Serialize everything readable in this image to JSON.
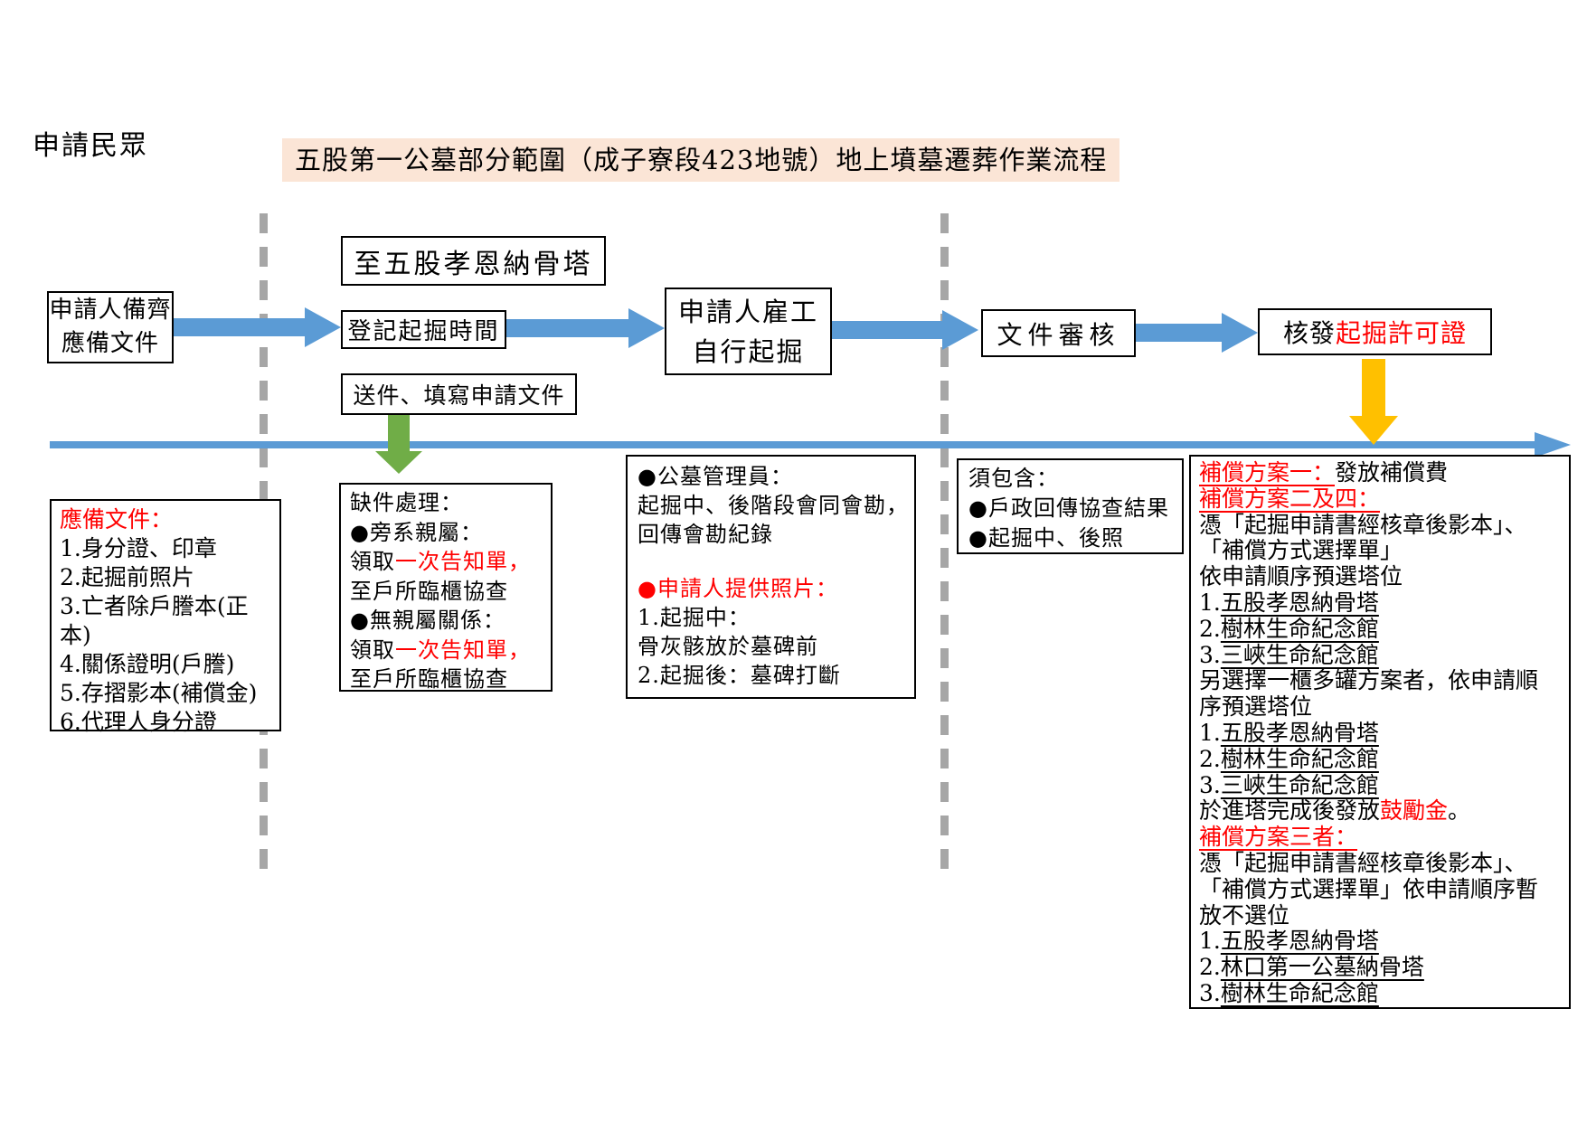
{
  "labels": {
    "actor": "申請民眾",
    "title": "五股第一公墓部分範圍（成子寮段423地號）地上墳墓遷葬作業流程"
  },
  "colors": {
    "title_background": "#fbe5d6",
    "arrow_blue": "#5b9bd5",
    "arrow_green": "#70ad47",
    "arrow_yellow": "#ffc000",
    "divider_gray": "#a6a6a6",
    "highlight_red": "#ff0000"
  },
  "flow": {
    "prepare_box": [
      [
        {
          "t": "申請人備齊"
        }
      ],
      [
        {
          "t": "應備文件"
        }
      ]
    ],
    "tower_box": "至五股孝恩納骨塔",
    "register_box": "登記起掘時間",
    "submit_box": "送件、填寫申請文件",
    "excavate_box": [
      [
        {
          "t": "申請人雇工"
        }
      ],
      [
        {
          "t": "自行起掘"
        }
      ]
    ],
    "review_box": "文件審核",
    "permit_box": [
      {
        "t": "核發"
      },
      {
        "t": "起掘許可證",
        "c": "red"
      }
    ]
  },
  "notes": {
    "required_documents": [
      [
        {
          "t": "應備文件：",
          "c": "red"
        }
      ],
      [
        {
          "t": "1.身分證、印章"
        }
      ],
      [
        {
          "t": "2.起掘前照片"
        }
      ],
      [
        {
          "t": "3.亡者除戶謄本(正"
        }
      ],
      [
        {
          "t": "本)"
        }
      ],
      [
        {
          "t": "4.關係證明(戶謄)"
        }
      ],
      [
        {
          "t": "5.存摺影本(補償金)"
        }
      ],
      [
        {
          "t": "6.代理人身分證"
        }
      ]
    ],
    "missing_documents": [
      [
        {
          "t": "缺件處理："
        }
      ],
      [
        {
          "t": "●旁系親屬："
        }
      ],
      [
        {
          "t": "領取"
        },
        {
          "t": "一次告知單，",
          "c": "red"
        }
      ],
      [
        {
          "t": "至戶所臨櫃協查"
        }
      ],
      [
        {
          "t": "●無親屬關係："
        }
      ],
      [
        {
          "t": "領取"
        },
        {
          "t": "一次告知單，",
          "c": "red"
        }
      ],
      [
        {
          "t": "至戶所臨櫃協查"
        }
      ]
    ],
    "cemetery_manager": [
      [
        {
          "t": "●公墓管理員："
        }
      ],
      [
        {
          "t": "起掘中、後階段會同會勘，"
        }
      ],
      [
        {
          "t": "回傳會勘紀錄"
        }
      ],
      [
        {
          "t": ""
        }
      ],
      [
        {
          "t": "●申請人提供照片：",
          "c": "red"
        }
      ],
      [
        {
          "t": "1.起掘中："
        }
      ],
      [
        {
          "t": "骨灰骸放於墓碑前"
        }
      ],
      [
        {
          "t": "2.起掘後：墓碑打斷"
        }
      ]
    ],
    "must_include": [
      [
        {
          "t": "須包含："
        }
      ],
      [
        {
          "t": "●戶政回傳協查結果"
        }
      ],
      [
        {
          "t": "●起掘中、後照"
        }
      ]
    ],
    "compensation": [
      [
        {
          "t": "補償方案一：",
          "c": "red",
          "u": true
        },
        {
          "t": "發放補償費"
        }
      ],
      [
        {
          "t": "補償方案二及四：",
          "c": "red",
          "u": true
        }
      ],
      [
        {
          "t": "憑「起掘申請書經核章後影本」、"
        }
      ],
      [
        {
          "t": "「補償方式選擇單」"
        }
      ],
      [
        {
          "t": "依申請順序預選塔位"
        }
      ],
      [
        {
          "t": "1."
        },
        {
          "t": "五股孝恩納骨塔",
          "u": true
        }
      ],
      [
        {
          "t": "2."
        },
        {
          "t": "樹林生命紀念館",
          "u": true
        }
      ],
      [
        {
          "t": "3."
        },
        {
          "t": "三峽生命紀念館",
          "u": true
        }
      ],
      [
        {
          "t": "另選擇一櫃多罐方案者，依申請順"
        }
      ],
      [
        {
          "t": "序預選塔位"
        }
      ],
      [
        {
          "t": "1."
        },
        {
          "t": "五股孝恩納骨塔",
          "u": true
        }
      ],
      [
        {
          "t": "2."
        },
        {
          "t": "樹林生命紀念館",
          "u": true
        }
      ],
      [
        {
          "t": "3."
        },
        {
          "t": "三峽生命紀念館",
          "u": true
        }
      ],
      [
        {
          "t": "於進塔完成後發放"
        },
        {
          "t": "鼓勵金",
          "c": "red"
        },
        {
          "t": "。"
        }
      ],
      [
        {
          "t": "補償方案三者：",
          "c": "red",
          "u": true
        }
      ],
      [
        {
          "t": "憑「起掘申請書經核章後影本」、"
        }
      ],
      [
        {
          "t": "「補償方式選擇單」依申請順序暫"
        }
      ],
      [
        {
          "t": "放不選位"
        }
      ],
      [
        {
          "t": "1."
        },
        {
          "t": "五股孝恩納骨塔",
          "u": true
        }
      ],
      [
        {
          "t": "2."
        },
        {
          "t": "林口第一公墓納骨塔",
          "u": true
        }
      ],
      [
        {
          "t": "3."
        },
        {
          "t": "樹林生命紀念館",
          "u": true
        }
      ]
    ]
  }
}
